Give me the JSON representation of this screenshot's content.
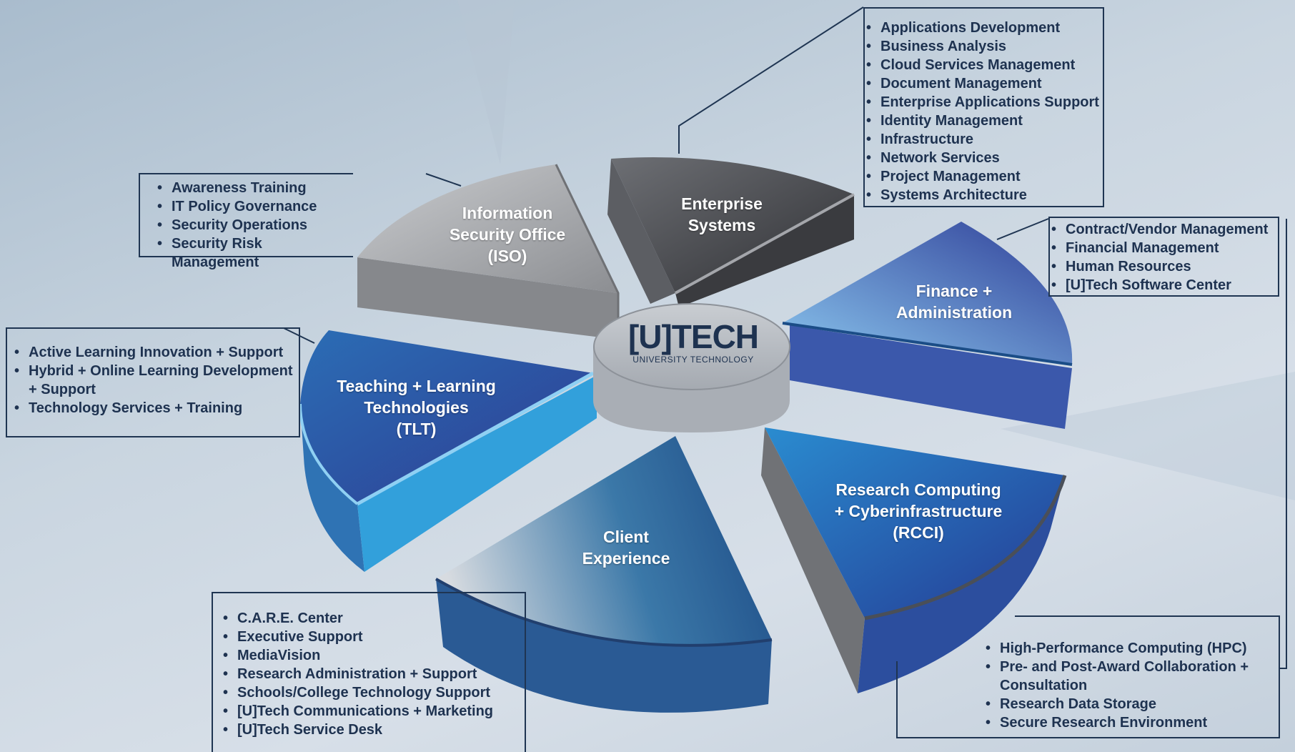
{
  "hub": {
    "title": "[U]TECH",
    "subtitle": "UNIVERSITY TECHNOLOGY"
  },
  "segments": {
    "iso": {
      "label": "Information\nSecurity Office\n(ISO)"
    },
    "enterprise": {
      "label": "Enterprise\nSystems"
    },
    "finance": {
      "label": "Finance +\nAdministration"
    },
    "rcci": {
      "label": "Research Computing\n+ Cyberinfrastructure\n(RCCI)"
    },
    "client": {
      "label": "Client\nExperience"
    },
    "tlt": {
      "label": "Teaching + Learning\nTechnologies\n(TLT)"
    }
  },
  "callouts": {
    "enterprise": [
      "Applications Development",
      "Business Analysis",
      "Cloud Services Management",
      "Document Management",
      "Enterprise Applications Support",
      "Identity Management",
      "Infrastructure",
      "Network Services",
      "Project Management",
      "Systems Architecture"
    ],
    "iso": [
      "Awareness Training",
      "IT Policy Governance",
      "Security Operations",
      "Security Risk Management"
    ],
    "finance": [
      "Contract/Vendor Management",
      "Financial Management",
      "Human Resources",
      "[U]Tech Software Center"
    ],
    "tlt": [
      "Active Learning Innovation + Support",
      "Hybrid + Online Learning Development + Support",
      "Technology Services + Training"
    ],
    "client": [
      "C.A.R.E. Center",
      "Executive Support",
      "MediaVision",
      "Research Administration + Support",
      "Schools/College Technology Support",
      "[U]Tech Communications + Marketing",
      "[U]Tech Service Desk"
    ],
    "rcci": [
      "High-Performance Computing (HPC)",
      "Pre- and Post-Award Collaboration + Consultation",
      "Research Data Storage",
      "Secure Research Environment"
    ]
  },
  "colors": {
    "outline": "#1f3552",
    "text_dark": "#1e3250",
    "iso": "#9c9ea2",
    "enterprise": "#4a4c52",
    "finance": "#4066b0",
    "rcci": "#2a4f9f",
    "client": "#3c75a6",
    "tlt": "#2a70b8"
  }
}
